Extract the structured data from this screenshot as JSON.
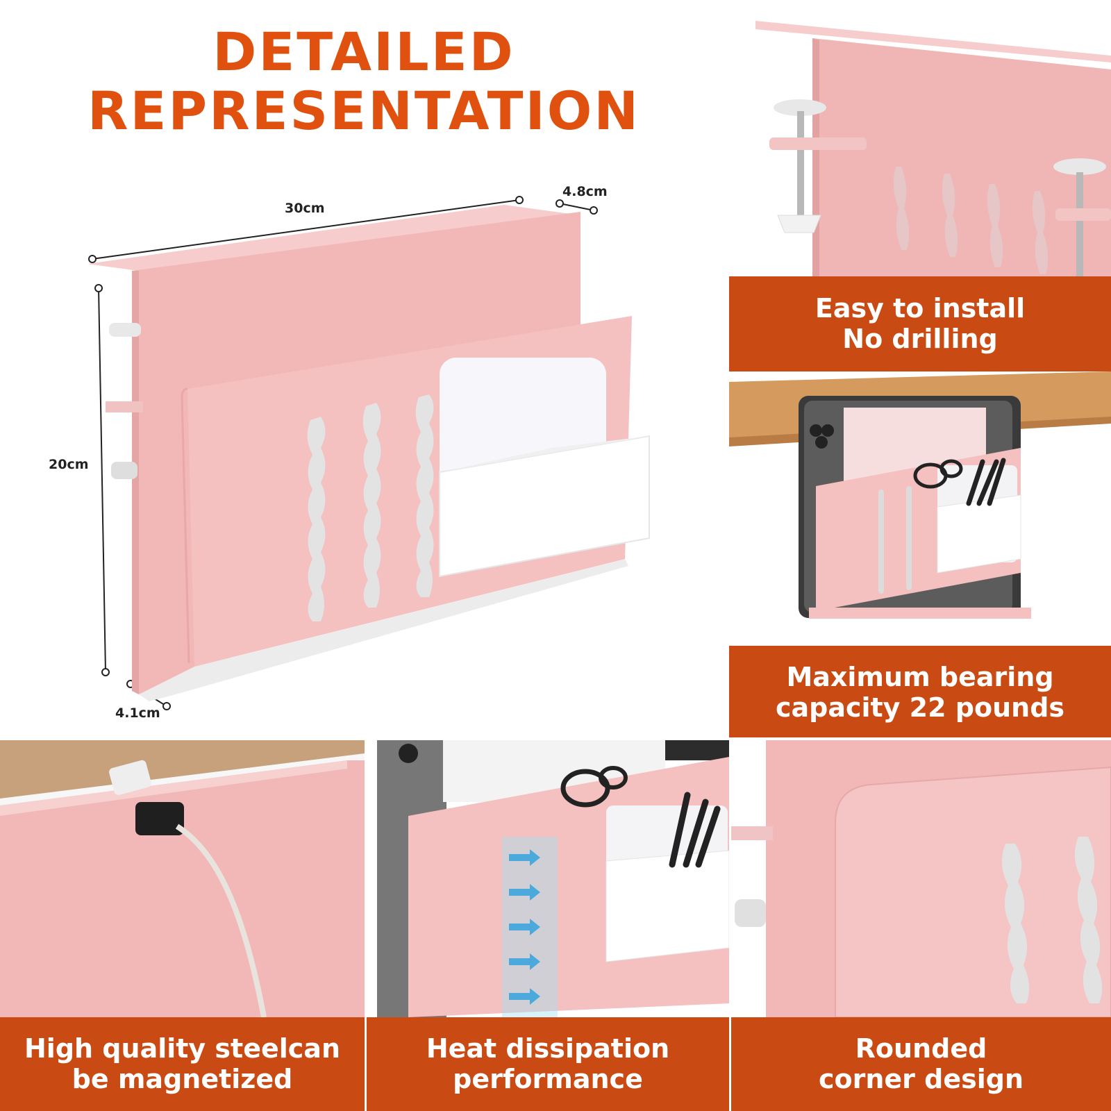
{
  "header": {
    "line1": "DETAILED",
    "line2": "REPRESENTATION"
  },
  "dimensions": {
    "width": "30cm",
    "depth_top": "4.8cm",
    "height": "20cm",
    "depth_bottom": "4.1cm"
  },
  "features": [
    {
      "line1": "Easy to install",
      "line2": "No drilling"
    },
    {
      "line1": "Maximum bearing",
      "line2": "capacity 22 pounds"
    },
    {
      "line1": "High quality steelcan",
      "line2": "be magnetized"
    },
    {
      "line1": "Heat dissipation",
      "line2": "performance"
    },
    {
      "line1": "Rounded",
      "line2": "corner design"
    }
  ],
  "colors": {
    "accent": "#c94a12",
    "title": "#e0500f",
    "product_pink": "#f2b8b8"
  }
}
